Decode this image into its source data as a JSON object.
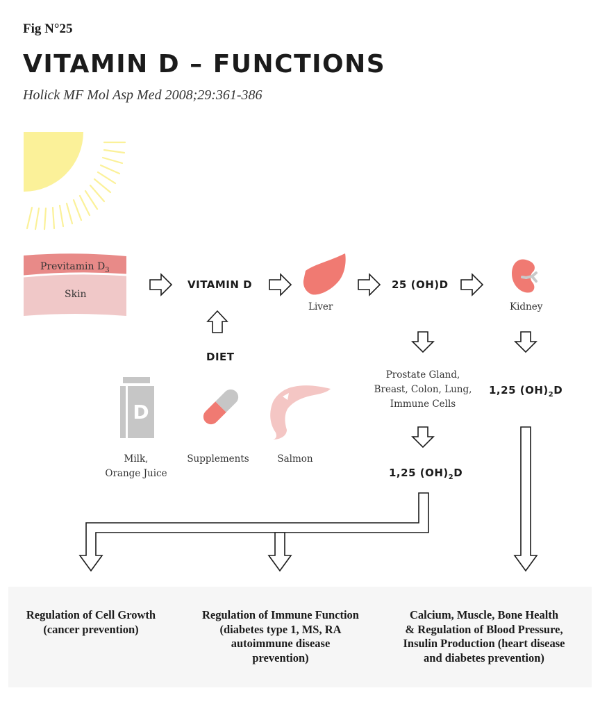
{
  "figure_number": "Fig N°25",
  "title": "VITAMIN D – FUNCTIONS",
  "citation": "Holick MF Mol Asp Med 2008;29:361-386",
  "skin": {
    "previtamin_label": "Previtamin D",
    "previtamin_subscript": "3",
    "skin_label": "Skin"
  },
  "nodes": {
    "vitamin_d": "VITAMIN D",
    "liver": "Liver",
    "hydroxy_25": "25 (OH)D",
    "kidney": "Kidney",
    "diet": "DIET",
    "kidney_product": {
      "prefix": "1,25 (OH)",
      "subscript": "2",
      "suffix": "D"
    },
    "tissues": [
      "Prostate Gland,",
      "Breast, Colon, Lung,",
      "Immune Cells"
    ],
    "tissue_product": {
      "prefix": "1,25 (OH)",
      "subscript": "2",
      "suffix": "D"
    }
  },
  "diet_sources": [
    {
      "icon": "milk-carton-icon",
      "label_lines": [
        "Milk,",
        "Orange Juice"
      ],
      "icon_letter": "D"
    },
    {
      "icon": "pill-capsule-icon",
      "label_lines": [
        "Supplements"
      ]
    },
    {
      "icon": "salmon-icon",
      "label_lines": [
        "Salmon"
      ]
    }
  ],
  "outcomes": [
    {
      "lines": [
        "Regulation of Cell Growth",
        "(cancer prevention)"
      ]
    },
    {
      "lines": [
        "Regulation of Immune Function",
        "(diabetes type 1, MS, RA",
        "autoimmune disease",
        "prevention)"
      ]
    },
    {
      "lines": [
        "Calcium, Muscle, Bone Health",
        "& Regulation of Blood Pressure,",
        "Insulin Production (heart disease",
        "and diabetes prevention)"
      ]
    }
  ],
  "colors": {
    "sun": "#fbf199",
    "skin_top": "#e88a88",
    "skin_bottom": "#f0c8c8",
    "organ": "#f07a72",
    "diet_grey": "#c6c6c6",
    "salmon": "#f4c6c4",
    "outline": "#1b1b1b"
  }
}
